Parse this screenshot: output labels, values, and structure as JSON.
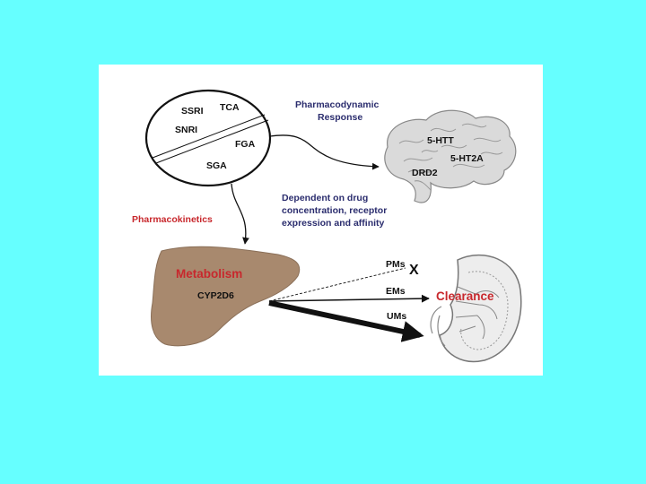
{
  "colors": {
    "background": "#66FFFF",
    "panel": "#FFFFFF",
    "navy_text": "#2B2D6E",
    "red_text": "#C8282D",
    "liver": "#A8896E",
    "organ_gray": "#CFCFCF",
    "line": "#111111"
  },
  "drug_classes": {
    "ssri": "SSRI",
    "tca": "TCA",
    "snri": "SNRI",
    "fga": "FGA",
    "sga": "SGA"
  },
  "pharmacodynamic_label": "Pharmacodynamic\nResponse",
  "brain_labels": {
    "htt": "5-HTT",
    "ht2a": "5-HT2A",
    "drd2": "DRD2"
  },
  "dependence_note": "Dependent on drug\nconcentration, receptor\nexpression and affinity",
  "pharmacokinetics_label": "Pharmacokinetics",
  "liver_labels": {
    "metabolism": "Metabolism",
    "enzyme": "CYP2D6"
  },
  "metabolizer_types": {
    "pms": "PMs",
    "blocked_mark": "X",
    "ems": "EMs",
    "ums": "UMs"
  },
  "clearance_label": "Clearance",
  "icons": [
    "brain-icon",
    "liver-icon",
    "kidney-icon"
  ]
}
